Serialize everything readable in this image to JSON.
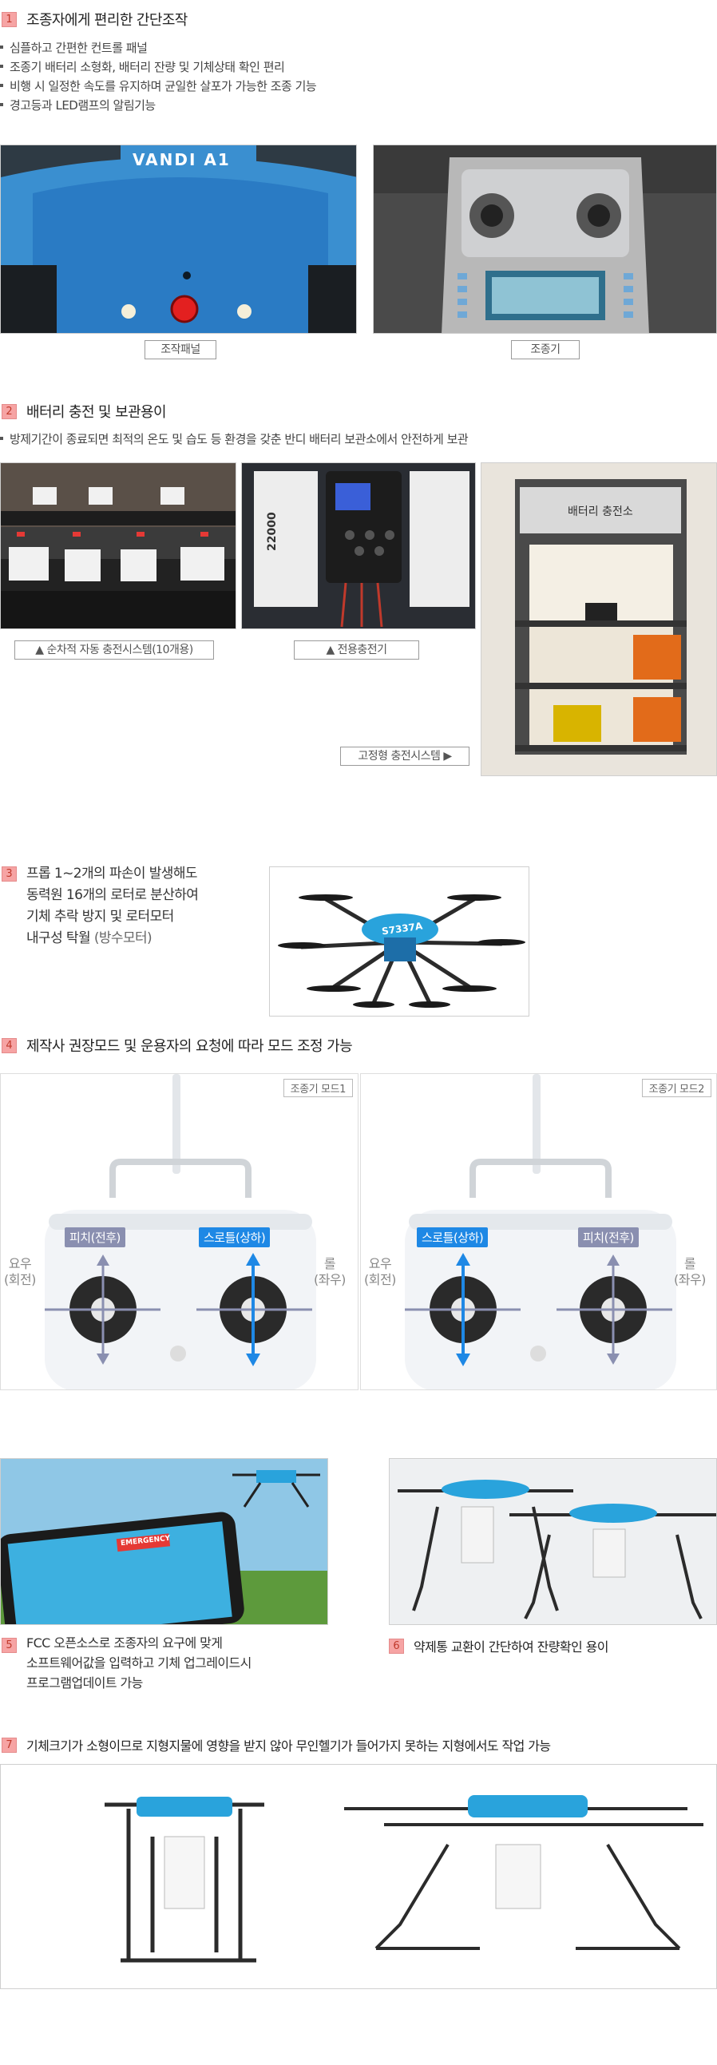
{
  "sections": {
    "s1": {
      "num": "1",
      "title": "조종자에게 편리한 간단조작",
      "bullets": [
        "심플하고 간편한 컨트롤 패널",
        "조종기 배터리 소형화, 배터리 잔량 및 기체상태 확인 편리",
        "비행 시 일정한 속도를 유지하며 균일한 살포가 가능한 조종 기능",
        "경고등과 LED램프의 알림기능"
      ],
      "photo_left_brand": "VANDI A1",
      "caption_left": "조작패널",
      "caption_right": "조종기"
    },
    "s2": {
      "num": "2",
      "title": "배터리 충전 및 보관용이",
      "bullets": [
        "방제기간이 종료되면 최적의 온도 및 습도 등 환경을 갖춘 반디 배터리 보관소에서 안전하게 보관"
      ],
      "caption_a": "▲ 순차적 자동 충전시스템(10개용)",
      "caption_b": "▲ 전용충전기",
      "caption_c": "고정형 충전시스템 ▶",
      "battery_label": "22000",
      "cabinet_label": "배터리 충전소"
    },
    "s3": {
      "num": "3",
      "lines": [
        "프롭 1~2개의 파손이 발생해도",
        "동력원 16개의 로터로 분산하여",
        "기체 추락 방지 및 로터모터",
        "내구성 탁월"
      ],
      "suffix": "(방수모터)",
      "drone_label": "S7337A"
    },
    "s4": {
      "num": "4",
      "title": "제작사 권장모드 및 운용자의 요청에 따라 모드 조정 가능",
      "mode1": {
        "tag": "조종기 모드1",
        "left_stick": "피치(전후)",
        "right_stick": "스로틀(상하)",
        "left_side": [
          "요우",
          "(회전)"
        ],
        "right_side": [
          "롤",
          "(좌우)"
        ]
      },
      "mode2": {
        "tag": "조종기 모드2",
        "left_stick": "스로틀(상하)",
        "right_stick": "피치(전후)",
        "left_side": [
          "요우",
          "(회전)"
        ],
        "right_side": [
          "롤",
          "(좌우)"
        ]
      }
    },
    "s5": {
      "num": "5",
      "lines": [
        "FCC 오픈소스로 조종자의 요구에 맞게",
        "소프트웨어값을 입력하고 기체 업그레이드시",
        "프로그램업데이트 가능"
      ],
      "tablet_badge": "EMERGENCY"
    },
    "s6": {
      "num": "6",
      "title": "약제통 교환이 간단하여 잔량확인 용이"
    },
    "s7": {
      "num": "7",
      "title": "기체크기가 소형이므로 지형지물에 영향을 받지 않아 무인헬기가 들어가지 못하는 지형에서도 작업 가능"
    }
  },
  "colors": {
    "badge_bg": "#f6a4a4",
    "badge_text": "#c0392b",
    "throttle_blue": "#1e88e5",
    "pitch_gray": "#8a8fb0",
    "drone_blue": "#29a3dc"
  }
}
